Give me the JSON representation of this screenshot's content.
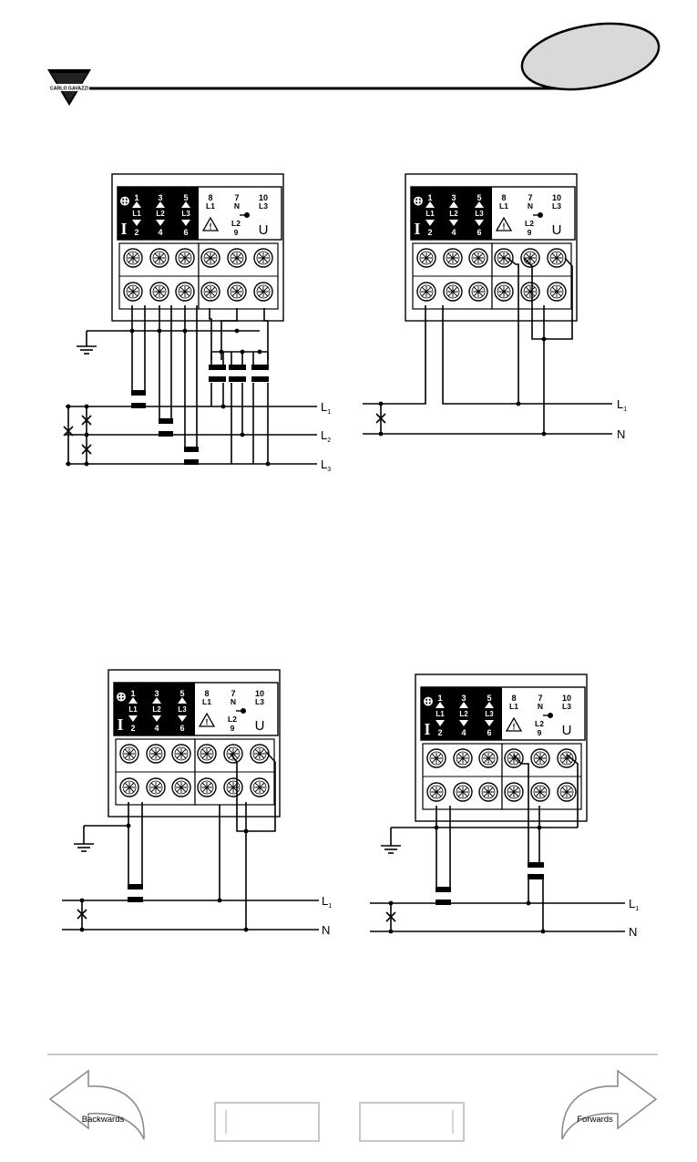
{
  "header": {
    "logo_text": "CARLO GAVAZZI"
  },
  "terminal_block": {
    "current": {
      "symbol_in": "⊕",
      "symbol_i": "I",
      "top_numbers": [
        "1",
        "3",
        "5"
      ],
      "phase_labels": [
        "L1",
        "L2",
        "L3"
      ],
      "bottom_numbers": [
        "2",
        "4",
        "6"
      ]
    },
    "voltage": {
      "top_numbers": [
        "8",
        "7",
        "10"
      ],
      "top_labels": [
        "L1",
        "N",
        "L3"
      ],
      "l2_label": "L2",
      "l2_number": "9",
      "symbol_u": "U",
      "warning": "!"
    }
  },
  "lines": {
    "l1": "L",
    "l1_sub": "1",
    "l2": "L",
    "l2_sub": "2",
    "l3": "L",
    "l3_sub": "3",
    "n": "N"
  },
  "nav": {
    "backwards": "Backwards",
    "forwards": "Forwards"
  },
  "colors": {
    "ink": "#000000",
    "panel_fill": "#ffffff",
    "tab_fill": "#d9d9d9",
    "divider": "#c8c8c8",
    "nav_arrow": "#8c8c8c"
  }
}
